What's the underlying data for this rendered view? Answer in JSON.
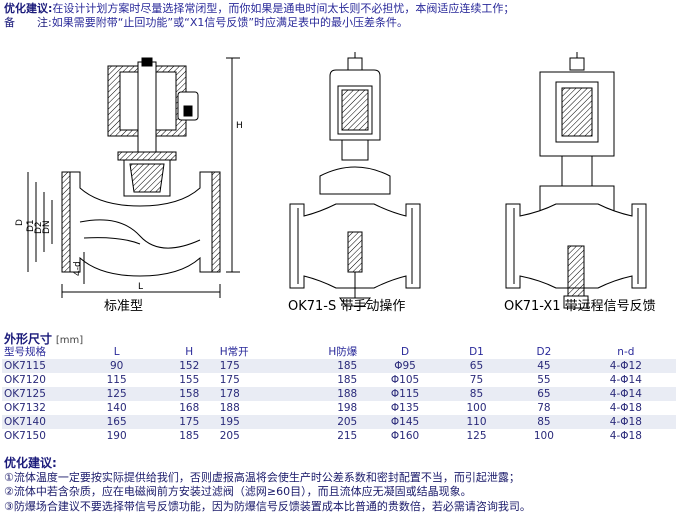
{
  "notes_top": {
    "advice_label": "优化建议:",
    "advice_text": "在设计计划方案时尽量选择常闭型，而你如果是通电时间太长则不必担忧，本阀适应连续工作；",
    "remark_label": "备　　注:",
    "remark_text": "如果需要附带“止回功能”或“X1信号反馈”时应满足表中的最小压差条件。"
  },
  "drawings": {
    "dim_labels": {
      "H": "H",
      "L": "L",
      "D": "D",
      "D1": "D1",
      "D2": "D2",
      "DN": "DN",
      "nd": "4-d"
    },
    "captions": [
      "标准型",
      "OK71-S 带手动操作",
      "OK71-X1 带远程信号反馈"
    ]
  },
  "spec": {
    "title": "外形尺寸",
    "unit": "[mm]",
    "headers": [
      "型号规格",
      "L",
      "H",
      "H常开",
      "H防爆",
      "D",
      "D1",
      "D2",
      "n-d"
    ],
    "rows": [
      [
        "OK7115",
        "90",
        "152",
        "175",
        "185",
        "Φ95",
        "65",
        "45",
        "4-Φ12"
      ],
      [
        "OK7120",
        "115",
        "155",
        "175",
        "185",
        "Φ105",
        "75",
        "55",
        "4-Φ14"
      ],
      [
        "OK7125",
        "125",
        "158",
        "178",
        "188",
        "Φ115",
        "85",
        "65",
        "4-Φ14"
      ],
      [
        "OK7132",
        "140",
        "168",
        "188",
        "198",
        "Φ135",
        "100",
        "78",
        "4-Φ18"
      ],
      [
        "OK7140",
        "165",
        "175",
        "195",
        "205",
        "Φ145",
        "110",
        "85",
        "4-Φ18"
      ],
      [
        "OK7150",
        "190",
        "185",
        "205",
        "215",
        "Φ160",
        "125",
        "100",
        "4-Φ18"
      ]
    ]
  },
  "notes_bottom": {
    "title": "优化建议:",
    "items": [
      "①流体温度一定要按实际提供给我们，否则虚报高温将会使生产时公差系数和密封配置不当，而引起泄露；",
      "②流体中若含杂质，应在电磁阀前方安装过滤阀（滤网≥60目），而且流体应无凝固或结晶现象。",
      "③防爆场合建议不要选择带信号反馈功能，因为防爆信号反馈装置成本比普通的贵数倍，若必需请咨询我司。"
    ]
  }
}
